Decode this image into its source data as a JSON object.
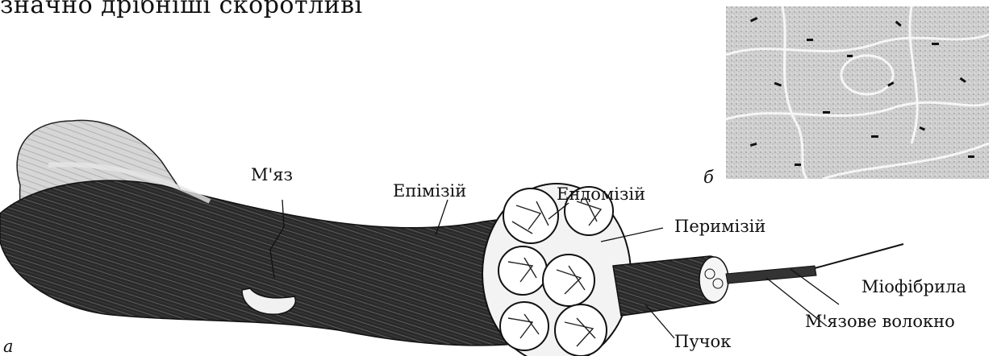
{
  "top_text": "значно дрібніші скоротливі",
  "labels": {
    "muscle": "М'яз",
    "epimysium": "Епімізій",
    "endomysium": "Ендомізій",
    "perimysium": "Перимізій",
    "myofibril": "Міофібрила",
    "muscle_fiber": "М'язове волокно",
    "bundle": "Пучок",
    "panel_b": "б",
    "panel_a": "а"
  }
}
